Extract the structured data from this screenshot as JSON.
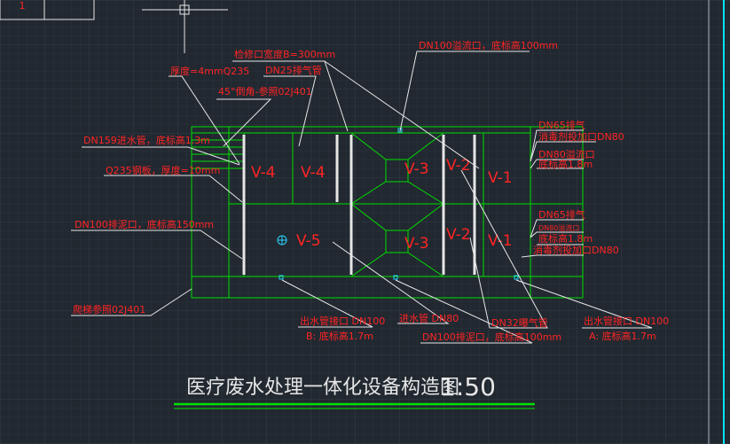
{
  "viewport": {
    "layout_tab": "1"
  },
  "drawing": {
    "title": "医疗废水处理一体化设备构造图",
    "scale": "1:50",
    "tank_labels": [
      "V-4",
      "V-4",
      "V-3",
      "V-2",
      "V-1",
      "V-5",
      "V-3",
      "V-2",
      "V-1"
    ],
    "callouts": {
      "inlet_height": "检修口宽度B=300mm",
      "plate_thickness": "厚度=4mmQ235",
      "dn25_vent": "DN25排气管",
      "corner_45": "45°倒角-参照02J401",
      "dn100_top": "DN100溢流口，底标高100mm",
      "dn65_vent_top": "DN65排气",
      "dn80_top_a": "消毒剂投加口DN80",
      "dn80_top_b": "DN80溢流口",
      "elev_18_top": "底标高1.8m",
      "dn159": "DN159进水管，底标高1.3m",
      "q235_plate": "Q235钢板，厚度=10mm",
      "dn100_left": "DN100排泥口，底标高150mm",
      "dn65_vent_mid": "DN65排气",
      "dn80_mid_a": "DN80溢流口",
      "elev_18_mid": "底标高1.8m",
      "dn80_mid_b": "消毒剂投加口DN80",
      "ladder": "爬梯参照02J401",
      "dn100_b_title": "出水管接口 DN100",
      "dn100_b_elev": "B: 底标高1.7m",
      "dn80_bottom": "进水管 DN80",
      "dn100_bottom": "DN100排泥口，底标高100mm",
      "dn32": "DN32曝气管",
      "dn100_a_title": "出水管接口 DN100",
      "dn100_a_elev": "A: 底标高1.7m"
    }
  },
  "colors": {
    "background": "#212830",
    "grid_minor": "#2a323b",
    "grid_major": "#333d48",
    "outline_green": "#00e000",
    "text_red": "#ff2424",
    "leader_white": "#e6e6e6",
    "title_white": "#e6e6e6",
    "cyan_edge": "#00e5ff",
    "marker_cyan": "#2ad4ff"
  }
}
